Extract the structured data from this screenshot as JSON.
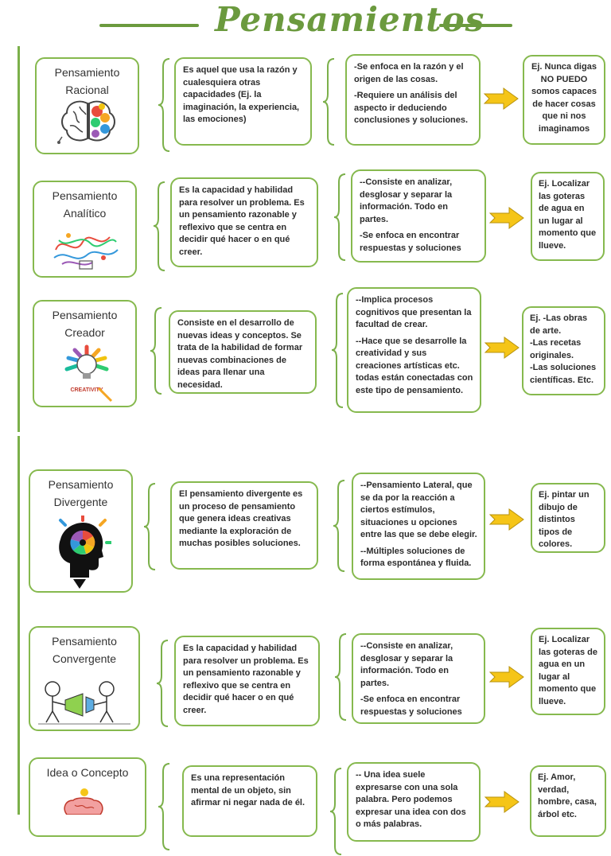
{
  "title": "Pensamientos",
  "colors": {
    "accent_green": "#86b94e",
    "arrow_yellow": "#f5c518",
    "title_green": "#6b9a3e"
  },
  "rows": [
    {
      "name_line1": "Pensamiento",
      "name_line2": "Racional",
      "icon": "brain-icon",
      "description": "Es aquel que usa la razón y cualesquiera otras capacidades (Ej. la imaginación, la experiencia, las emociones)",
      "feature_1": "-Se enfoca en la razón y el origen de las cosas.",
      "feature_2": "-Requiere un análisis del aspecto ir deduciendo conclusiones y soluciones.",
      "example": "Ej. Nunca digas NO PUEDO somos capaces de hacer cosas que ni nos imaginamos"
    },
    {
      "name_line1": "Pensamiento",
      "name_line2": "Analítico",
      "icon": "colorful-doodle-icon",
      "description": "Es la capacidad y habilidad para resolver un problema. Es un pensamiento razonable y reflexivo que se centra en decidir qué hacer o en qué creer.",
      "feature_1": "--Consiste en analizar, desglosar y separar la información. Todo en partes.",
      "feature_2": "-Se enfoca en encontrar respuestas y soluciones",
      "example": "Ej. Localizar las goteras de agua en un lugar al momento que llueve."
    },
    {
      "name_line1": "Pensamiento",
      "name_line2": "Creador",
      "icon": "lightbulb-icon",
      "icon_caption": "CREATIVITY",
      "description": "Consiste en el desarrollo de nuevas ideas y conceptos. Se trata de la habilidad de formar nuevas combinaciones de ideas para llenar una necesidad.",
      "feature_1": "--Implica procesos cognitivos que presentan la facultad de crear.",
      "feature_2": "--Hace que se desarrolle la creatividad y sus creaciones artísticas etc. todas están conectadas con este tipo de pensamiento.",
      "example_1": "Ej. -Las obras de arte.",
      "example_2": "-Las recetas originales.",
      "example_3": "-Las soluciones científicas. Etc."
    },
    {
      "name_line1": "Pensamiento",
      "name_line2": "Divergente",
      "icon": "head-color-wheel-icon",
      "description": "El pensamiento divergente es un proceso de pensamiento que genera ideas creativas mediante la exploración de muchas posibles soluciones.",
      "feature_1": "--Pensamiento Lateral, que se da por la reacción a ciertos estímulos, situaciones u opciones entre las que se debe elegir.",
      "feature_2": "--Múltiples soluciones de forma espontánea y fluida.",
      "example": "Ej. pintar un dibujo de distintos tipos de colores."
    },
    {
      "name_line1": "Pensamiento",
      "name_line2": "Convergente",
      "icon": "people-megaphone-icon",
      "description": "Es la capacidad y habilidad para resolver un problema. Es un pensamiento razonable y reflexivo que se centra en decidir qué hacer o en qué creer.",
      "feature_1": "--Consiste en analizar, desglosar y separar la información. Todo en partes.",
      "feature_2": "-Se enfoca en encontrar respuestas y soluciones",
      "example": "Ej. Localizar las goteras de agua en un lugar al momento que llueve."
    },
    {
      "name_line1": "Idea o Concepto",
      "icon": "brain-lightbulb-icon",
      "description": "Es una representación mental de un objeto, sin afirmar ni negar nada de él.",
      "feature_1": "-- Una idea suele expresarse con una sola palabra. Pero podemos expresar una idea con dos o más palabras.",
      "example": "Ej. Amor, verdad, hombre, casa, árbol etc."
    }
  ]
}
